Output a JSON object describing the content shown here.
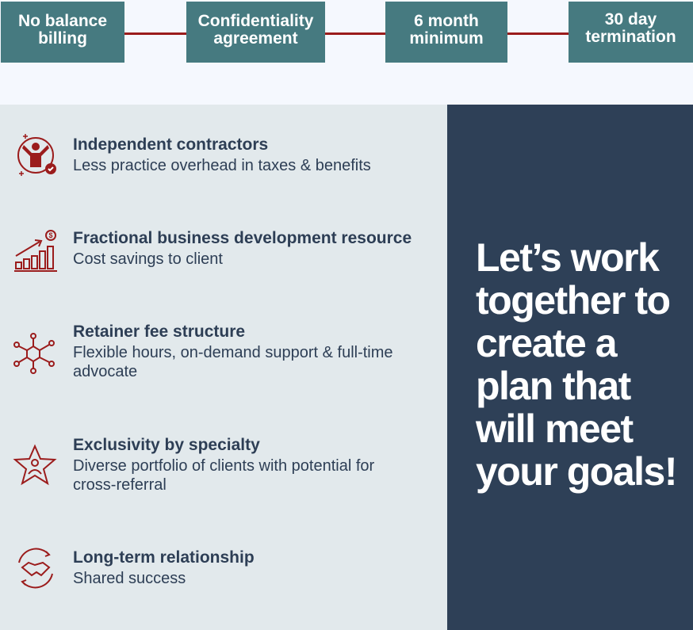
{
  "steps": [
    "No balance billing",
    "Confidentiality agreement",
    "6 month minimum",
    "30 day termination"
  ],
  "items": [
    {
      "title": "Independent contractors",
      "desc": "Less practice overhead in taxes & benefits",
      "icon": "celebrating-person-icon"
    },
    {
      "title": "Fractional business development resource",
      "desc": "Cost savings to client",
      "icon": "growth-chart-icon"
    },
    {
      "title": "Retainer fee structure",
      "desc": "Flexible hours, on-demand support & full-time advocate",
      "icon": "network-hub-icon"
    },
    {
      "title": "Exclusivity by specialty",
      "desc": "Diverse portfolio of clients with potential for cross-referral",
      "icon": "star-person-icon"
    },
    {
      "title": "Long-term relationship",
      "desc": "Shared success",
      "icon": "handshake-icon"
    }
  ],
  "cta": "Let’s work together to create a plan that will meet your goals!",
  "colors": {
    "teal": "#467a80",
    "red": "#9b1c1c",
    "navy": "#2e4057",
    "text": "#2d3e55"
  }
}
